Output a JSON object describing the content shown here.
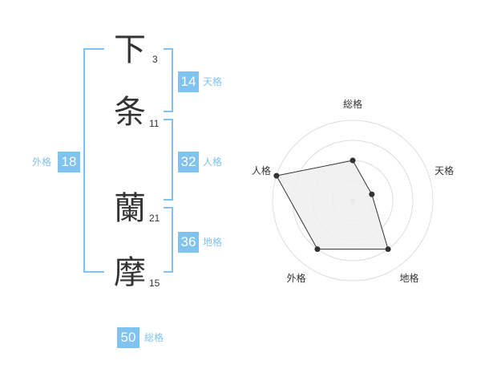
{
  "name": {
    "characters": [
      {
        "char": "下",
        "strokes": "3"
      },
      {
        "char": "条",
        "strokes": "11"
      },
      {
        "char": "蘭",
        "strokes": "21"
      },
      {
        "char": "摩",
        "strokes": "15"
      }
    ]
  },
  "fortunes": {
    "tenkaku": {
      "value": "14",
      "label": "天格"
    },
    "jinkaku": {
      "value": "32",
      "label": "人格"
    },
    "chikaku": {
      "value": "36",
      "label": "地格"
    },
    "gaikaku": {
      "value": "18",
      "label": "外格"
    },
    "soukaku": {
      "value": "50",
      "label": "総格"
    }
  },
  "chart_data": {
    "type": "radar",
    "axes": [
      "総格",
      "天格",
      "地格",
      "外格",
      "人格"
    ],
    "values": [
      2,
      1,
      3,
      3,
      4
    ],
    "range": [
      0,
      4
    ],
    "rings": 4,
    "colors": {
      "fill": "#eeeeee",
      "line": "#333333",
      "grid": "#dddddd",
      "point": "#333333"
    }
  }
}
